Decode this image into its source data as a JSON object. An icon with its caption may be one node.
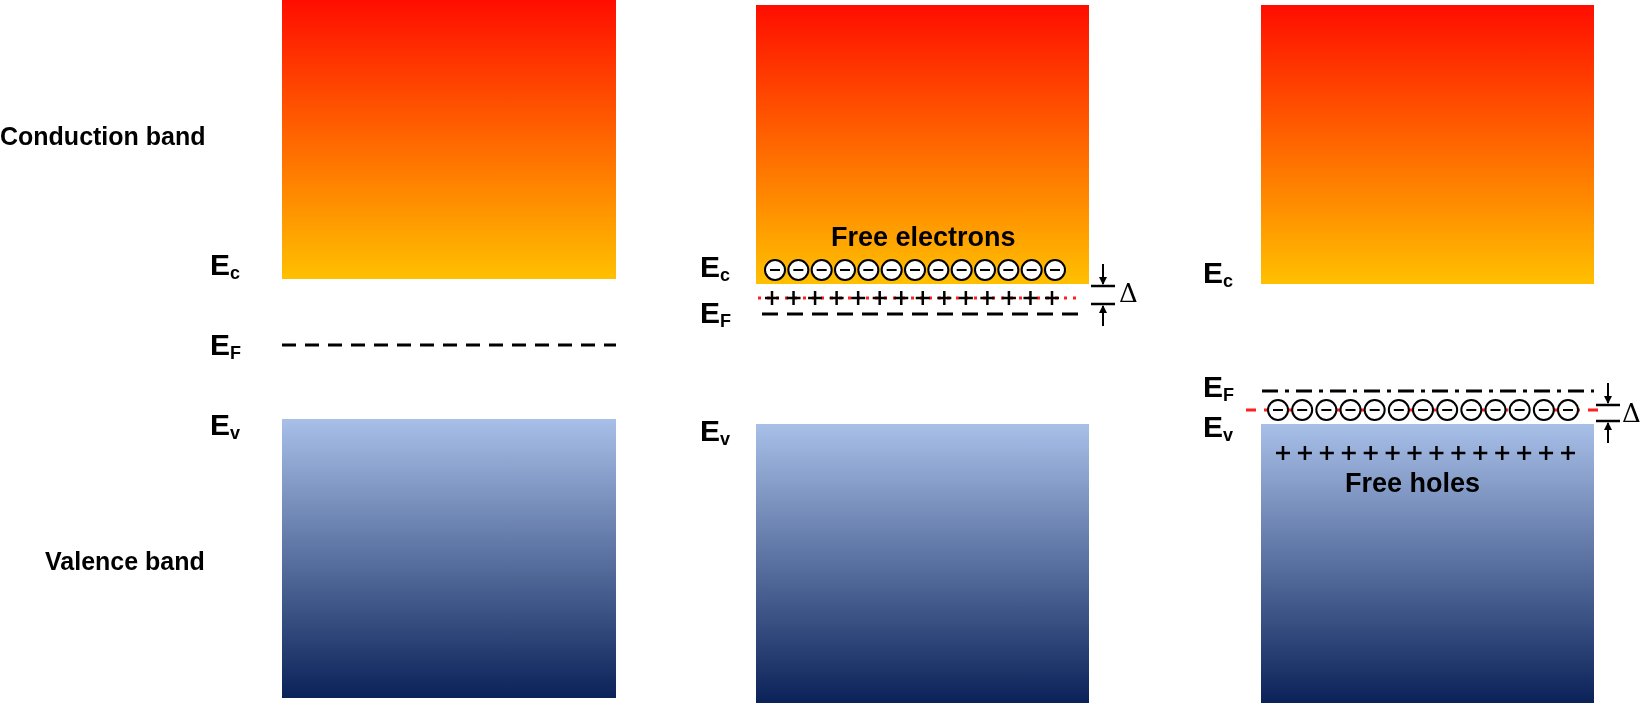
{
  "diagram": {
    "nodes": [
      {
        "text": [
          "Conduction band"
        ]
      },
      {
        "text": [
          "Free electrons"
        ]
      },
      {
        "text": [],
        "shape": "box"
      },
      {
        "text": [
          "Valence band"
        ]
      },
      {
        "text": [],
        "shape": "box"
      },
      {
        "text": [
          "Free holes"
        ]
      }
    ],
    "labels": [
      "E$_{c}$",
      "E$_{F}$",
      "E$_{v}$",
      "E$_{c}$",
      "E$_{F}$",
      "E$_{v}$",
      "Δ",
      "E$_{c}$",
      "E$_{F}$",
      "E$_{v}$",
      "Δ"
    ]
  }
}
